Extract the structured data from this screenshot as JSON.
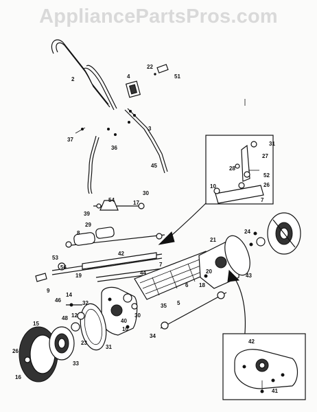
{
  "watermark": "AppliancePartsPros.com",
  "labels": [
    "2",
    "4",
    "22",
    "51",
    "3",
    "37",
    "36",
    "45",
    "54",
    "17",
    "30",
    "39",
    "8",
    "29",
    "42",
    "53",
    "56",
    "19",
    "9",
    "14",
    "32",
    "46",
    "12",
    "48",
    "23",
    "15",
    "26",
    "16",
    "33",
    "31",
    "40",
    "10",
    "30",
    "35",
    "34",
    "5",
    "44",
    "6",
    "7",
    "18",
    "20",
    "43",
    "24",
    "21",
    "31",
    "27",
    "28",
    "52",
    "26",
    "10",
    "7",
    "42",
    "41"
  ]
}
